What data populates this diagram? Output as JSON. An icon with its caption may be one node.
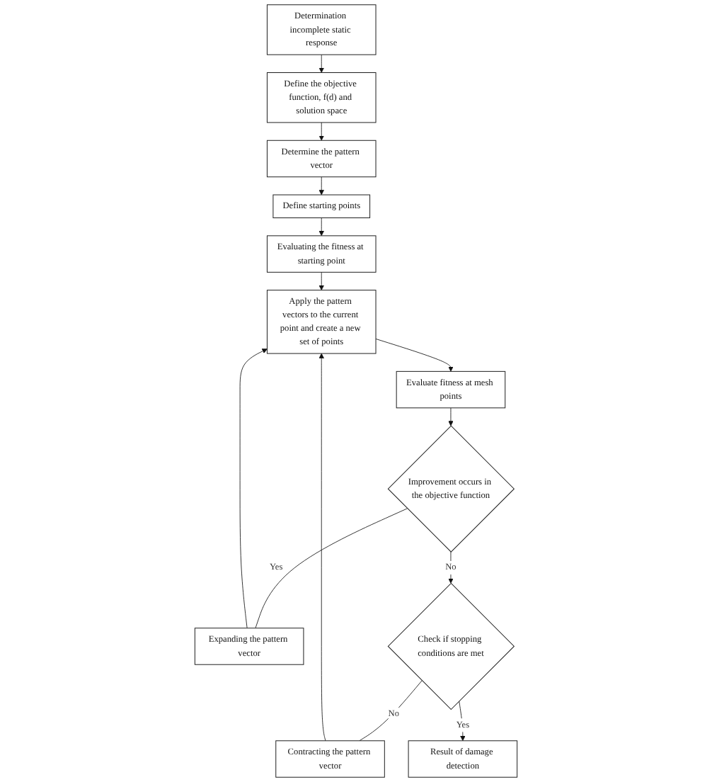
{
  "diagram": {
    "nodes": [
      {
        "text": [
          "Determination incomplete static response"
        ]
      },
      {
        "text": [
          "Define the objective function, f(d) and solution space"
        ]
      },
      {
        "text": [
          "Determine the pattern vector"
        ]
      },
      {
        "text": [
          "Define starting points"
        ]
      },
      {
        "text": [
          "Evaluating the fitness at starting point"
        ]
      },
      {
        "text": [
          "Apply the pattern vectors to the current point and create a new set of points"
        ]
      },
      {
        "text": [
          "Expanding the pattern vector"
        ]
      },
      {
        "text": [
          "Evaluate fitness at mesh points"
        ]
      },
      {
        "text": [
          "Improvement occurs in the objective function"
        ]
      },
      {
        "text": [
          "Contracting the pattern vector"
        ]
      },
      {
        "text": [
          "Check if stopping conditions are met"
        ]
      },
      {
        "text": [
          "Result of damage detection"
        ]
      }
    ],
    "edges": [
      {
        "from": 0,
        "to": 1,
        "arrow": "to"
      },
      {
        "from": 1,
        "to": 2,
        "arrow": "to"
      },
      {
        "from": 2,
        "to": 3,
        "arrow": "to"
      },
      {
        "from": 3,
        "to": 4,
        "arrow": "to"
      },
      {
        "from": 4,
        "to": 5,
        "arrow": "to"
      },
      {
        "from": 5,
        "to": 7,
        "arrow": "to"
      },
      {
        "from": 7,
        "to": 8,
        "arrow": "to"
      },
      {
        "from": 8,
        "to": 6,
        "label": "Yes",
        "arrow": "none"
      },
      {
        "from": 6,
        "to": 5,
        "arrow": "to"
      },
      {
        "from": 8,
        "to": 10,
        "label": "No",
        "arrow": "to"
      },
      {
        "from": 10,
        "to": 9,
        "label": "No",
        "arrow": "none"
      },
      {
        "from": 9,
        "to": 5,
        "arrow": "to"
      },
      {
        "from": 10,
        "to": 11,
        "label": "Yes",
        "arrow": "to"
      }
    ]
  }
}
